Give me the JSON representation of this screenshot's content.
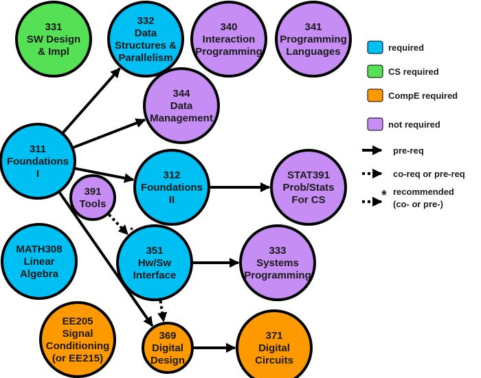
{
  "colors": {
    "required": "#00bff3",
    "cs_required": "#55e055",
    "compe_required": "#ff9900",
    "not_required": "#c68ef5",
    "stroke": "#000000"
  },
  "courses": {
    "c331": {
      "lines": [
        "331",
        "SW Design",
        "& Impl"
      ],
      "category": "cs_required"
    },
    "c332": {
      "lines": [
        "332",
        "Data",
        "Structures &",
        "Parallelism"
      ],
      "category": "required"
    },
    "c340": {
      "lines": [
        "340",
        "Interaction",
        "Programming"
      ],
      "category": "not_required"
    },
    "c341": {
      "lines": [
        "341",
        "Programming",
        "Languages"
      ],
      "category": "not_required"
    },
    "c344": {
      "lines": [
        "344",
        "Data",
        "Management"
      ],
      "category": "not_required"
    },
    "c311": {
      "lines": [
        "311",
        "Foundations",
        "I"
      ],
      "category": "required"
    },
    "c312": {
      "lines": [
        "312",
        "Foundations",
        "II"
      ],
      "category": "required"
    },
    "stat391": {
      "lines": [
        "STAT391",
        "Prob/Stats",
        "For CS"
      ],
      "category": "not_required"
    },
    "c391": {
      "lines": [
        "391",
        "Tools"
      ],
      "category": "not_required"
    },
    "math308": {
      "lines": [
        "MATH308",
        "Linear",
        "Algebra"
      ],
      "category": "required"
    },
    "c351": {
      "lines": [
        "351",
        "Hw/Sw",
        "Interface"
      ],
      "category": "required"
    },
    "c333": {
      "lines": [
        "333",
        "Systems",
        "Programming"
      ],
      "category": "not_required"
    },
    "ee205": {
      "lines": [
        "EE205",
        "Signal",
        "Conditioning",
        "(or EE215)"
      ],
      "category": "compe_required"
    },
    "c369": {
      "lines": [
        "369",
        "Digital",
        "Design"
      ],
      "category": "compe_required"
    },
    "c371": {
      "lines": [
        "371",
        "Digital",
        "Circuits"
      ],
      "category": "compe_required"
    }
  },
  "edges": [
    {
      "from": "c311",
      "to": "c332",
      "kind": "prereq"
    },
    {
      "from": "c311",
      "to": "c344",
      "kind": "prereq"
    },
    {
      "from": "c311",
      "to": "c312",
      "kind": "prereq"
    },
    {
      "from": "c311",
      "to": "c369",
      "kind": "prereq"
    },
    {
      "from": "c312",
      "to": "stat391",
      "kind": "prereq"
    },
    {
      "from": "c351",
      "to": "c333",
      "kind": "prereq"
    },
    {
      "from": "c369",
      "to": "c371",
      "kind": "prereq"
    },
    {
      "from": "c391",
      "to": "c351",
      "kind": "recommended"
    },
    {
      "from": "c351",
      "to": "c369",
      "kind": "coreq"
    }
  ],
  "legend": {
    "required": "required",
    "cs_required": "CS required",
    "compe_required": "CompE required",
    "not_required": "not required",
    "prereq": "pre-req",
    "coreq": "co-req or pre-req",
    "recommended_star": "*",
    "recommended_line1": "recommended",
    "recommended_line2": "(co- or pre-)"
  },
  "edge_star": "*"
}
